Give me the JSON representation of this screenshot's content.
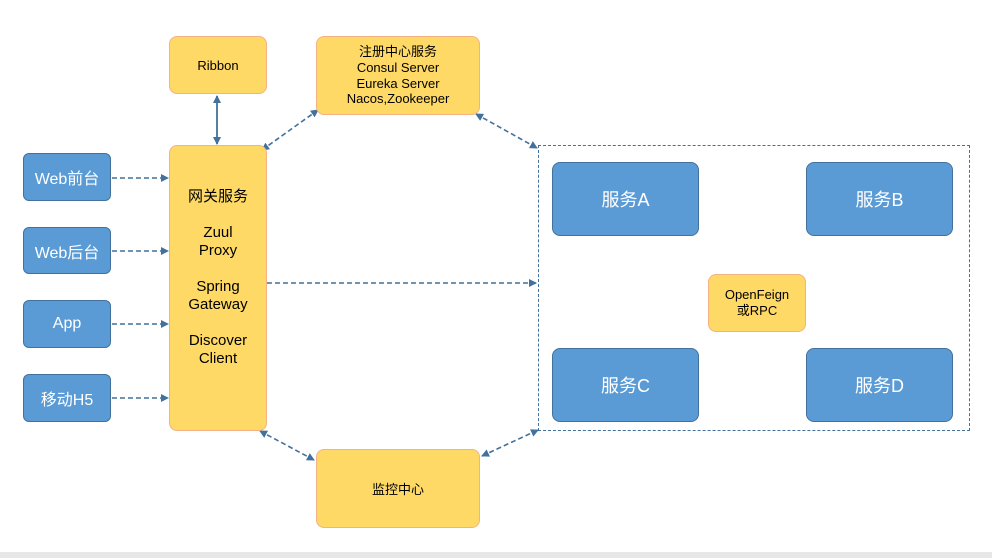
{
  "colors": {
    "blue_fill": "#5b9bd5",
    "blue_border": "#41719c",
    "yellow_fill": "#ffd966",
    "yellow_border": "#f4b183",
    "arrow": "#41719c"
  },
  "clients": [
    {
      "label": "Web前台"
    },
    {
      "label": "Web后台"
    },
    {
      "label": "App"
    },
    {
      "label": "移动H5"
    }
  ],
  "ribbon": {
    "label": "Ribbon"
  },
  "registry": {
    "lines": [
      "注册中心服务",
      "Consul Server",
      "Eureka Server",
      "Nacos,Zookeeper"
    ]
  },
  "gateway": {
    "lines": [
      "网关服务",
      "Zuul",
      "Proxy",
      "Spring",
      "Gateway",
      "Discover",
      "Client"
    ]
  },
  "monitor": {
    "label": "监控中心"
  },
  "openfeign": {
    "lines": [
      "OpenFeign",
      "或RPC"
    ]
  },
  "services": [
    {
      "label": "服务A"
    },
    {
      "label": "服务B"
    },
    {
      "label": "服务C"
    },
    {
      "label": "服务D"
    }
  ]
}
